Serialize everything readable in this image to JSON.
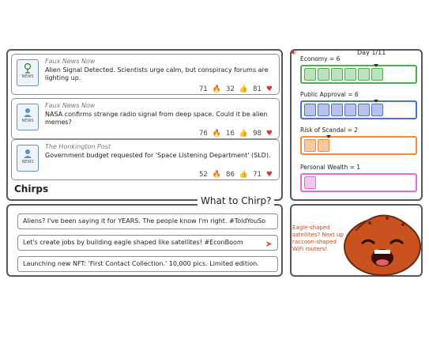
{
  "day": "Day 1/11",
  "feed_label": "Chirps",
  "posts": [
    {
      "source": "Faux News Now",
      "avatar_label": "NEWS",
      "text": "Alien Signal Detected. Scientists urge calm, but conspiracy forums are lighting up.",
      "stats": [
        "71",
        "32",
        "81"
      ]
    },
    {
      "source": "Faux News Now",
      "avatar_label": "NEWS",
      "text": "NASA confirms strange radio signal from deep space. Could it be alien memes?",
      "stats": [
        "76",
        "16",
        "98"
      ]
    },
    {
      "source": "The Honkington Post",
      "avatar_label": "NEWS",
      "text": "Government budget requested for 'Space Listening Department' (SLD).",
      "stats": [
        "52",
        "86",
        "71"
      ]
    }
  ],
  "stats": [
    {
      "label": "Economy = 6",
      "value": 6,
      "max": 10,
      "color": "#4caf50",
      "fill": "#b9e3bb"
    },
    {
      "label": "Public Approval = 6",
      "value": 6,
      "max": 10,
      "color": "#4f6fd8",
      "fill": "#b7c2ef"
    },
    {
      "label": "Risk of Scandal = 2",
      "value": 2,
      "max": 10,
      "color": "#f08a3c",
      "fill": "#f7c9a3"
    },
    {
      "label": "Personal Wealth = 1",
      "value": 1,
      "max": 10,
      "color": "#e46bd4",
      "fill": "#f3c6ee"
    }
  ],
  "compose_title": "What to Chirp?",
  "options": [
    "Aliens? I've been saying it for YEARS. The people know I'm right. #ToldYouSo",
    "Let's create jobs by building eagle shaped like satellites! #EconBoom",
    "Launching new NFT: 'First Contact Collection.' 10,000 pics. Limited edition."
  ],
  "mascot_text": "Eagle-shaped satellites? Next up raccoon-shaped WiFi routers!"
}
